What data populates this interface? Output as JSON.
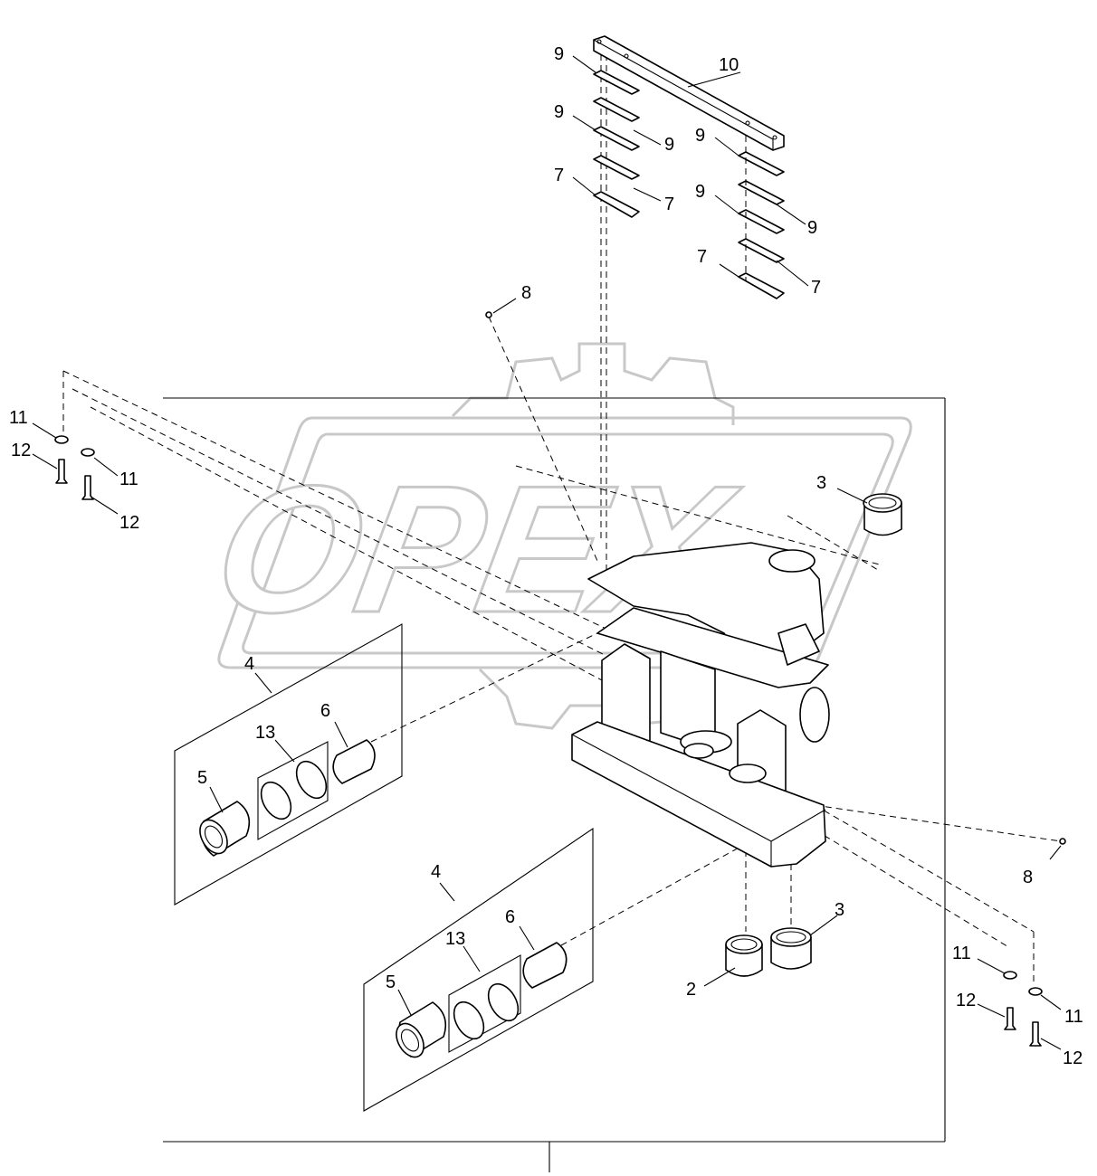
{
  "watermark": {
    "text": "OPEX"
  },
  "callouts": [
    {
      "id": "c10",
      "label": "10"
    },
    {
      "id": "c9a",
      "label": "9"
    },
    {
      "id": "c9b",
      "label": "9"
    },
    {
      "id": "c9c",
      "label": "9"
    },
    {
      "id": "c9d",
      "label": "9"
    },
    {
      "id": "c9e",
      "label": "9"
    },
    {
      "id": "c9f",
      "label": "9"
    },
    {
      "id": "c7a",
      "label": "7"
    },
    {
      "id": "c7b",
      "label": "7"
    },
    {
      "id": "c7c",
      "label": "7"
    },
    {
      "id": "c7d",
      "label": "7"
    },
    {
      "id": "c8a",
      "label": "8"
    },
    {
      "id": "c8b",
      "label": "8"
    },
    {
      "id": "c3a",
      "label": "3"
    },
    {
      "id": "c3b",
      "label": "3"
    },
    {
      "id": "c2",
      "label": "2"
    },
    {
      "id": "c4a",
      "label": "4"
    },
    {
      "id": "c4b",
      "label": "4"
    },
    {
      "id": "c13a",
      "label": "13"
    },
    {
      "id": "c13b",
      "label": "13"
    },
    {
      "id": "c6a",
      "label": "6"
    },
    {
      "id": "c6b",
      "label": "6"
    },
    {
      "id": "c5a",
      "label": "5"
    },
    {
      "id": "c5b",
      "label": "5"
    },
    {
      "id": "c11a",
      "label": "11"
    },
    {
      "id": "c11b",
      "label": "11"
    },
    {
      "id": "c11c",
      "label": "11"
    },
    {
      "id": "c11d",
      "label": "11"
    },
    {
      "id": "c12a",
      "label": "12"
    },
    {
      "id": "c12b",
      "label": "12"
    },
    {
      "id": "c12c",
      "label": "12"
    },
    {
      "id": "c12d",
      "label": "12"
    }
  ]
}
